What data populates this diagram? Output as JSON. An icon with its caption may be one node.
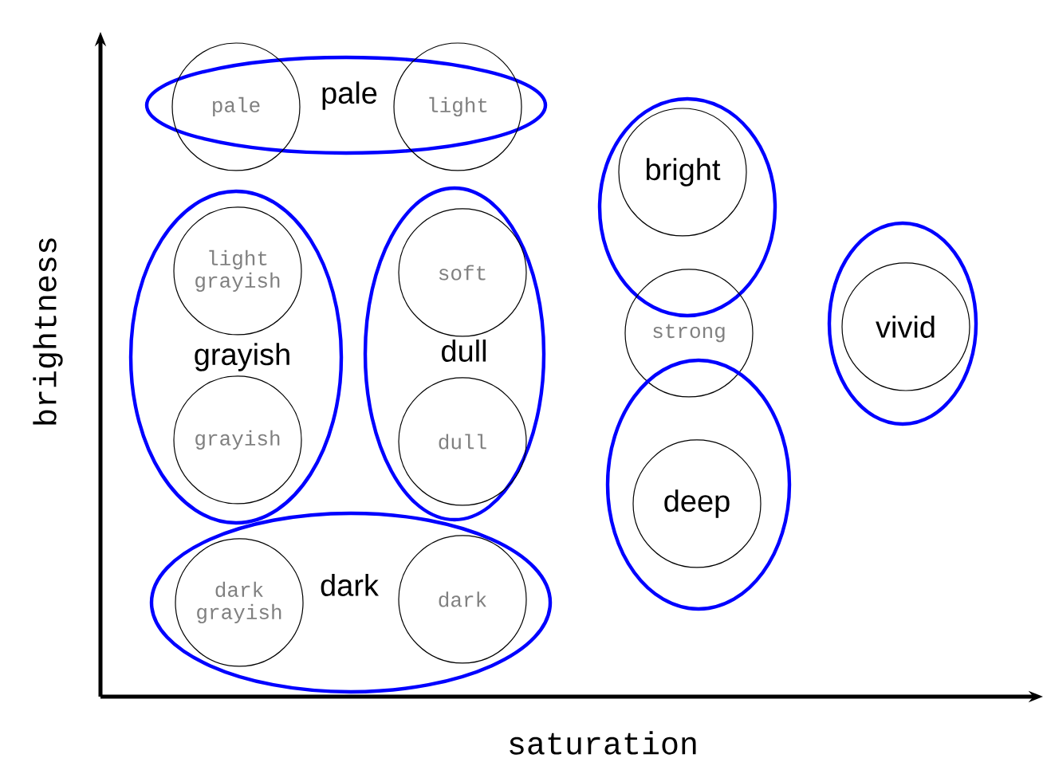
{
  "diagram": {
    "nodes": [
      {
        "text": [
          "pale"
        ]
      },
      {
        "text": [
          "pale"
        ]
      },
      {
        "text": [
          "light"
        ]
      },
      {
        "text": [],
        "shape": "ellipse"
      },
      {
        "text": [
          "bright"
        ],
        "in": 3
      },
      {
        "text": [
          "grayish"
        ]
      },
      {
        "text": [
          "light grayish"
        ],
        "in": 5
      },
      {
        "text": [
          "grayish"
        ],
        "in": 5
      },
      {
        "text": [
          "dull"
        ]
      },
      {
        "text": [
          "soft"
        ],
        "in": 8
      },
      {
        "text": [
          "dull"
        ],
        "in": 8
      },
      {
        "text": [
          "strong"
        ]
      },
      {
        "text": [],
        "shape": "ellipse"
      },
      {
        "text": [
          "vivid"
        ],
        "in": 12
      },
      {
        "text": [],
        "shape": "ellipse"
      },
      {
        "text": [
          "deep"
        ],
        "in": 14
      },
      {
        "text": [
          "dark"
        ]
      },
      {
        "text": [
          "dark grayish"
        ],
        "in": 16
      },
      {
        "text": [
          "dark"
        ],
        "in": 16
      }
    ],
    "edges": [],
    "labels": [
      "brightness",
      "saturation"
    ]
  }
}
